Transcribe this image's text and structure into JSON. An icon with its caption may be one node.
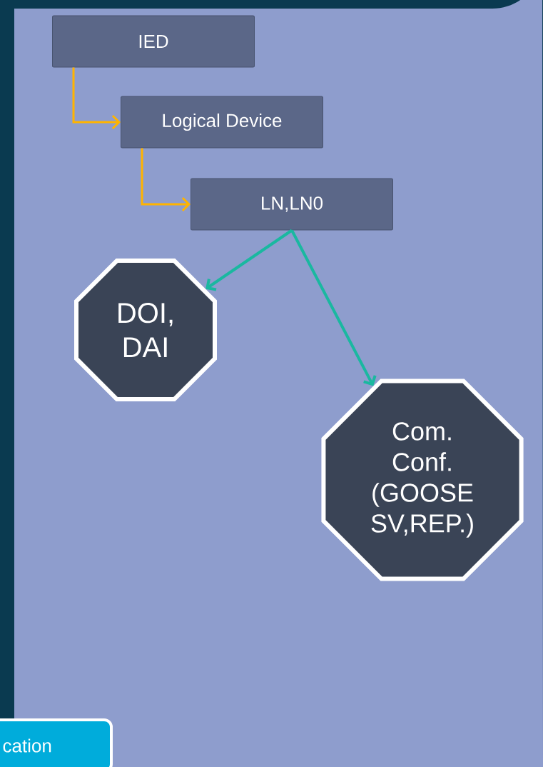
{
  "diagram": {
    "nodes": [
      {
        "text": [
          "IED"
        ]
      },
      {
        "text": [
          "Logical Device"
        ]
      },
      {
        "text": [
          "LN,LN0"
        ]
      },
      {
        "text": [
          "DOI, DAI"
        ]
      },
      {
        "text": [
          "Com. Conf. (GOOSE SV,REP.)"
        ]
      },
      {
        "text": [
          "cation"
        ]
      }
    ],
    "edges": [
      {
        "from": 0,
        "to": 1,
        "arrow": "to",
        "color": "#ffb400"
      },
      {
        "from": 1,
        "to": 2,
        "arrow": "to",
        "color": "#ffb400"
      },
      {
        "from": 2,
        "to": 3,
        "arrow": "to",
        "color": "#1ab8a0"
      },
      {
        "from": 2,
        "to": 4,
        "arrow": "to",
        "color": "#1ab8a0"
      }
    ]
  }
}
